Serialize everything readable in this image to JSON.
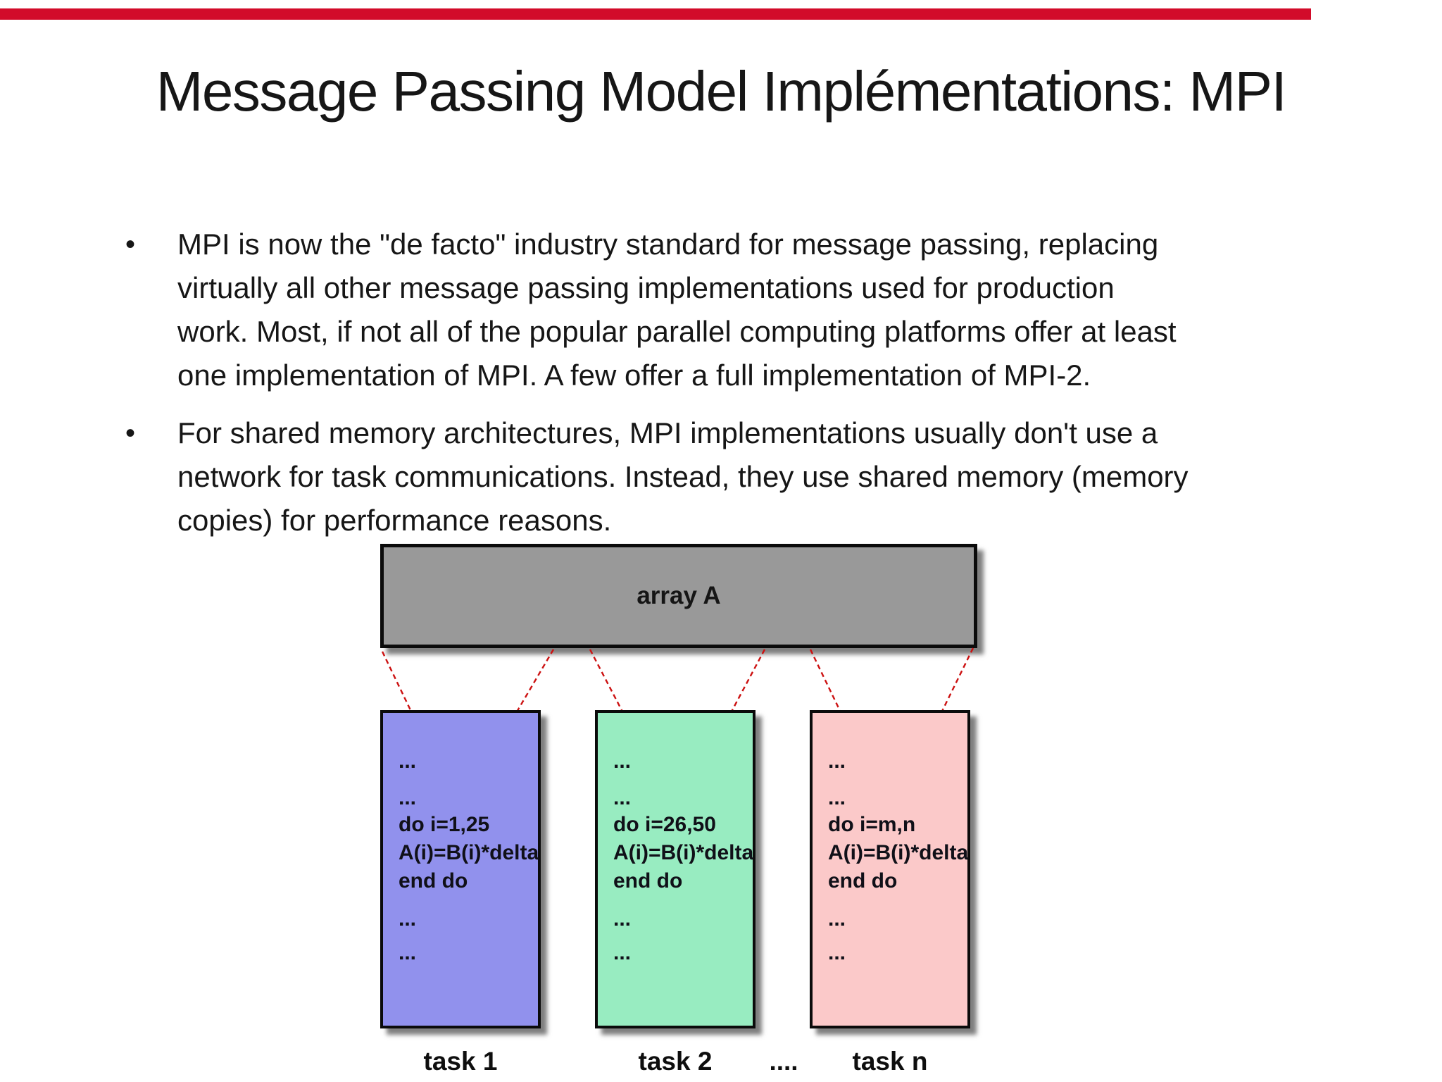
{
  "slide": {
    "title": "Message Passing Model Implémentations: MPI",
    "progress_bar_color": "#d20b2a"
  },
  "bullets": [
    {
      "marker": "•",
      "text": "MPI is now the \"de facto\" industry standard for message passing, replacing\nvirtually all other message passing implementations used for production\nwork. Most, if not all of the popular parallel computing platforms offer at least\none implementation of MPI. A few offer a full implementation of MPI-2."
    },
    {
      "marker": "•",
      "text": "For shared memory architectures, MPI implementations usually don't use a\nnetwork for task communications. Instead, they use shared memory (memory\ncopies) for performance reasons."
    }
  ],
  "diagram": {
    "array_box": {
      "label": "array A",
      "fill": "#999999"
    },
    "connector_color": "#cc1111",
    "tasks": [
      {
        "label": "task 1",
        "fill": "#9191ed",
        "code": [
          "...",
          "...",
          "do i=1,25",
          "A(i)=B(i)*delta",
          "end do",
          "...",
          "..."
        ]
      },
      {
        "label": "task 2",
        "fill": "#98ecc1",
        "code": [
          "...",
          "...",
          "do i=26,50",
          "A(i)=B(i)*delta",
          "end do",
          "...",
          "..."
        ]
      },
      {
        "label": "task n",
        "fill": "#fbc9c9",
        "code": [
          "...",
          "...",
          "do i=m,n",
          "A(i)=B(i)*delta",
          "end do",
          "...",
          "..."
        ]
      }
    ],
    "between_tasks_ellipsis": "...."
  }
}
